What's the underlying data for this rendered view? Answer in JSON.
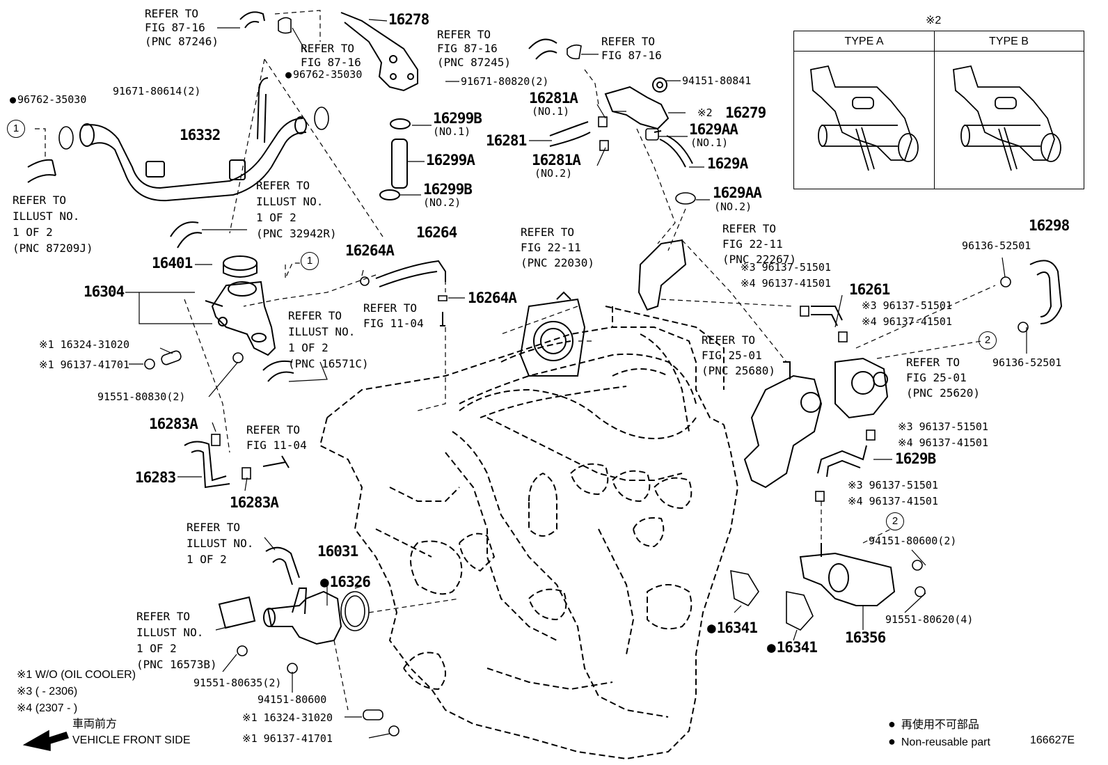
{
  "diagram": {
    "figure_code": "166627E",
    "legend": {
      "mark": "※2",
      "type_a": "TYPE A",
      "type_b": "TYPE B"
    },
    "notes": {
      "n1": "※1  W/O (OIL COOLER)",
      "n3": "※3 (        - 2306)",
      "n4": "※4 (2307 -        )"
    },
    "direction": {
      "jp": "車両前方",
      "en": "VEHICLE FRONT SIDE"
    },
    "non_reusable": {
      "jp": "再使用不可部品",
      "en": "Non-reusable part"
    },
    "callout_1": "1",
    "callout_2": "2",
    "labels": {
      "p16278": "16278",
      "p16332": "16332",
      "p16304": "16304",
      "p16401": "16401",
      "p16264": "16264",
      "p16264A_a": "16264A",
      "p16264A_b": "16264A",
      "p16299B_a": "16299B",
      "p16299B_a_no": "(NO.1)",
      "p16299A": "16299A",
      "p16299B_b": "16299B",
      "p16299B_b_no": "(NO.2)",
      "p16281A_a": "16281A",
      "p16281A_a_no": "(NO.1)",
      "p16281": "16281",
      "p16281A_b": "16281A",
      "p16281A_b_no": "(NO.2)",
      "p16279": "16279",
      "p16279_mark": "※2",
      "p1629AA_a": "1629AA",
      "p1629AA_a_no": "(NO.1)",
      "p1629A": "1629A",
      "p1629AA_b": "1629AA",
      "p1629AA_b_no": "(NO.2)",
      "p16298": "16298",
      "p16261": "16261",
      "p1629B": "1629B",
      "p16283A_a": "16283A",
      "p16283": "16283",
      "p16283A_b": "16283A",
      "p16031": "16031",
      "p16326": "16326",
      "p16341_a": "16341",
      "p16341_b": "16341",
      "p16356": "16356"
    },
    "part_numbers": {
      "b96762_35030_a": "96762-35030",
      "b96762_35030_b": "96762-35030",
      "b91671_80614": "91671-80614(2)",
      "b91671_80820": "91671-80820(2)",
      "b94151_80841": "94151-80841",
      "b96136_52501_a": "96136-52501",
      "b96136_52501_b": "96136-52501",
      "s3_96137_51501_a": "※3 96137-51501",
      "s4_96137_41501_a": "※4 96137-41501",
      "s3_96137_51501_b": "※3 96137-51501",
      "s4_96137_41501_b": "※4 96137-41501",
      "s3_96137_51501_c": "※3 96137-51501",
      "s4_96137_41501_c": "※4 96137-41501",
      "s3_96137_51501_d": "※3 96137-51501",
      "s4_96137_41501_d": "※4 96137-41501",
      "s1_16324_31020_a": "※1 16324-31020",
      "s1_96137_41701_a": "※1 96137-41701",
      "b91551_80830": "91551-80830(2)",
      "b94151_80600_2": "94151-80600(2)",
      "b91551_80620": "91551-80620(4)",
      "b91551_80635": "91551-80635(2)",
      "b94151_80600": "94151-80600",
      "s1_16324_31020_b": "※1 16324-31020",
      "s1_96137_41701_b": "※1 96137-41701"
    },
    "refs": {
      "r1": [
        "REFER TO",
        "FIG 87-16",
        "(PNC 87246)"
      ],
      "r2": [
        "REFER TO",
        "FIG 87-16"
      ],
      "r3": [
        "REFER TO",
        "FIG 87-16",
        "(PNC 87245)"
      ],
      "r4": [
        "REFER TO",
        "FIG 87-16"
      ],
      "r5": [
        "REFER TO",
        "ILLUST NO.",
        "1 OF 2",
        "(PNC 87209J)"
      ],
      "r6": [
        "REFER TO",
        "ILLUST NO.",
        "1 OF 2",
        "(PNC 32942R)"
      ],
      "r7": [
        "REFER TO",
        "FIG 22-11",
        "(PNC 22030)"
      ],
      "r8": [
        "REFER TO",
        "FIG 22-11",
        "(PNC 22267)"
      ],
      "r9": [
        "REFER TO",
        "ILLUST NO.",
        "1 OF 2",
        "(PNC 16571C)"
      ],
      "r10": [
        "REFER TO",
        "FIG 11-04"
      ],
      "r11": [
        "REFER TO",
        "FIG 11-04"
      ],
      "r12": [
        "REFER TO",
        "FIG 25-01",
        "(PNC 25680)"
      ],
      "r13": [
        "REFER TO",
        "FIG 25-01",
        "(PNC 25620)"
      ],
      "r14": [
        "REFER TO",
        "ILLUST NO.",
        "1 OF 2"
      ],
      "r15": [
        "REFER TO",
        "ILLUST NO.",
        "1 OF 2",
        "(PNC 16573B)"
      ]
    }
  }
}
